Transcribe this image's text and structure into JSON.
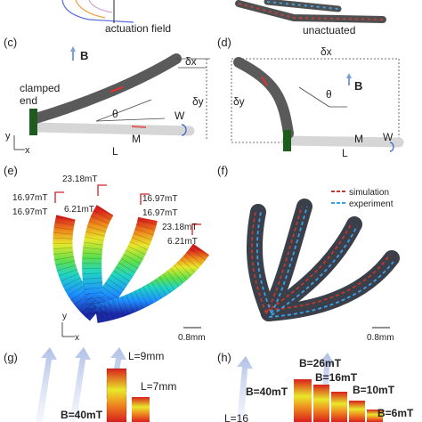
{
  "panel_labels": {
    "c": "(c)",
    "d": "(d)",
    "e": "(e)",
    "f": "(f)",
    "g": "(g)",
    "h": "(h)"
  },
  "top": {
    "actuation_field": "actuation field",
    "unactuated": "unactuated",
    "B": "B"
  },
  "panel_c": {
    "clamped": "clamped",
    "end": "end",
    "dx": "δx",
    "dy": "δy",
    "theta": "θ",
    "M": "M",
    "W": "W",
    "L": "L",
    "axis_y": "y",
    "axis_x": "x"
  },
  "panel_d": {
    "dx": "δx",
    "dy": "δy",
    "theta": "θ",
    "B": "B",
    "M": "M",
    "W": "W",
    "L": "L"
  },
  "panel_e": {
    "labels": [
      "16.97mT",
      "16.97mT",
      "23.18mT",
      "6.21mT",
      "16.97mT",
      "16.97mT",
      "23.18mT",
      "6.21mT"
    ],
    "axis_y": "y",
    "axis_x": "x",
    "scale": "0.8mm"
  },
  "panel_f": {
    "legend_simulation": "simulation",
    "legend_experiment": "experiment",
    "scale": "0.8mm",
    "simulation_color": "#c0392b",
    "experiment_color": "#3aa0e8"
  },
  "panel_g": {
    "L9": "L=9mm",
    "L7": "L=7mm",
    "B40": "B=40mT"
  },
  "panel_h": {
    "B40": "B=40mT",
    "B26": "B=26mT",
    "B16": "B=16mT",
    "B10": "B=10mT",
    "B6": "B=6mT",
    "L16": "L=16"
  }
}
